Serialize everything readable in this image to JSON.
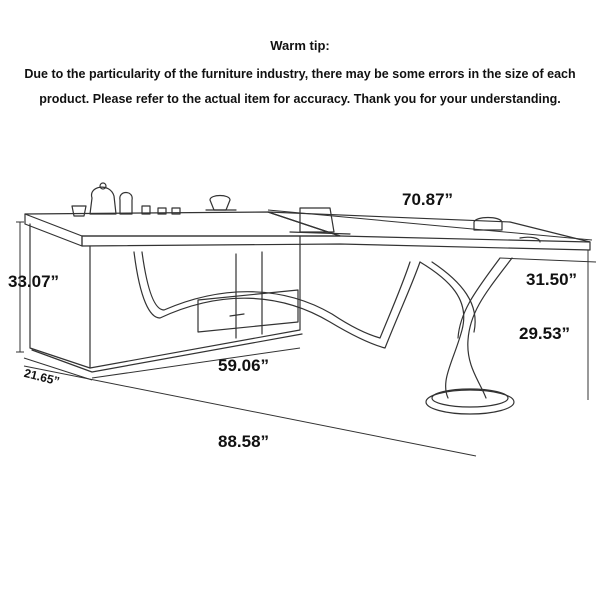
{
  "notice": {
    "title": "Warm tip:",
    "line1": "Due to the particularity of the furniture industry, there may be some errors in the size of each",
    "line2": "product. Please refer to the actual item for accuracy. Thank you for your understanding."
  },
  "dimensions": {
    "top_width": "70.87”",
    "overall_height": "33.07”",
    "side_depth": "31.50”",
    "leg_height": "29.53”",
    "cabinet_width": "59.06”",
    "cabinet_depth": "21.65”",
    "overall_length": "88.58”"
  },
  "colors": {
    "ink": "#111111",
    "line": "#333333",
    "background": "#ffffff"
  }
}
